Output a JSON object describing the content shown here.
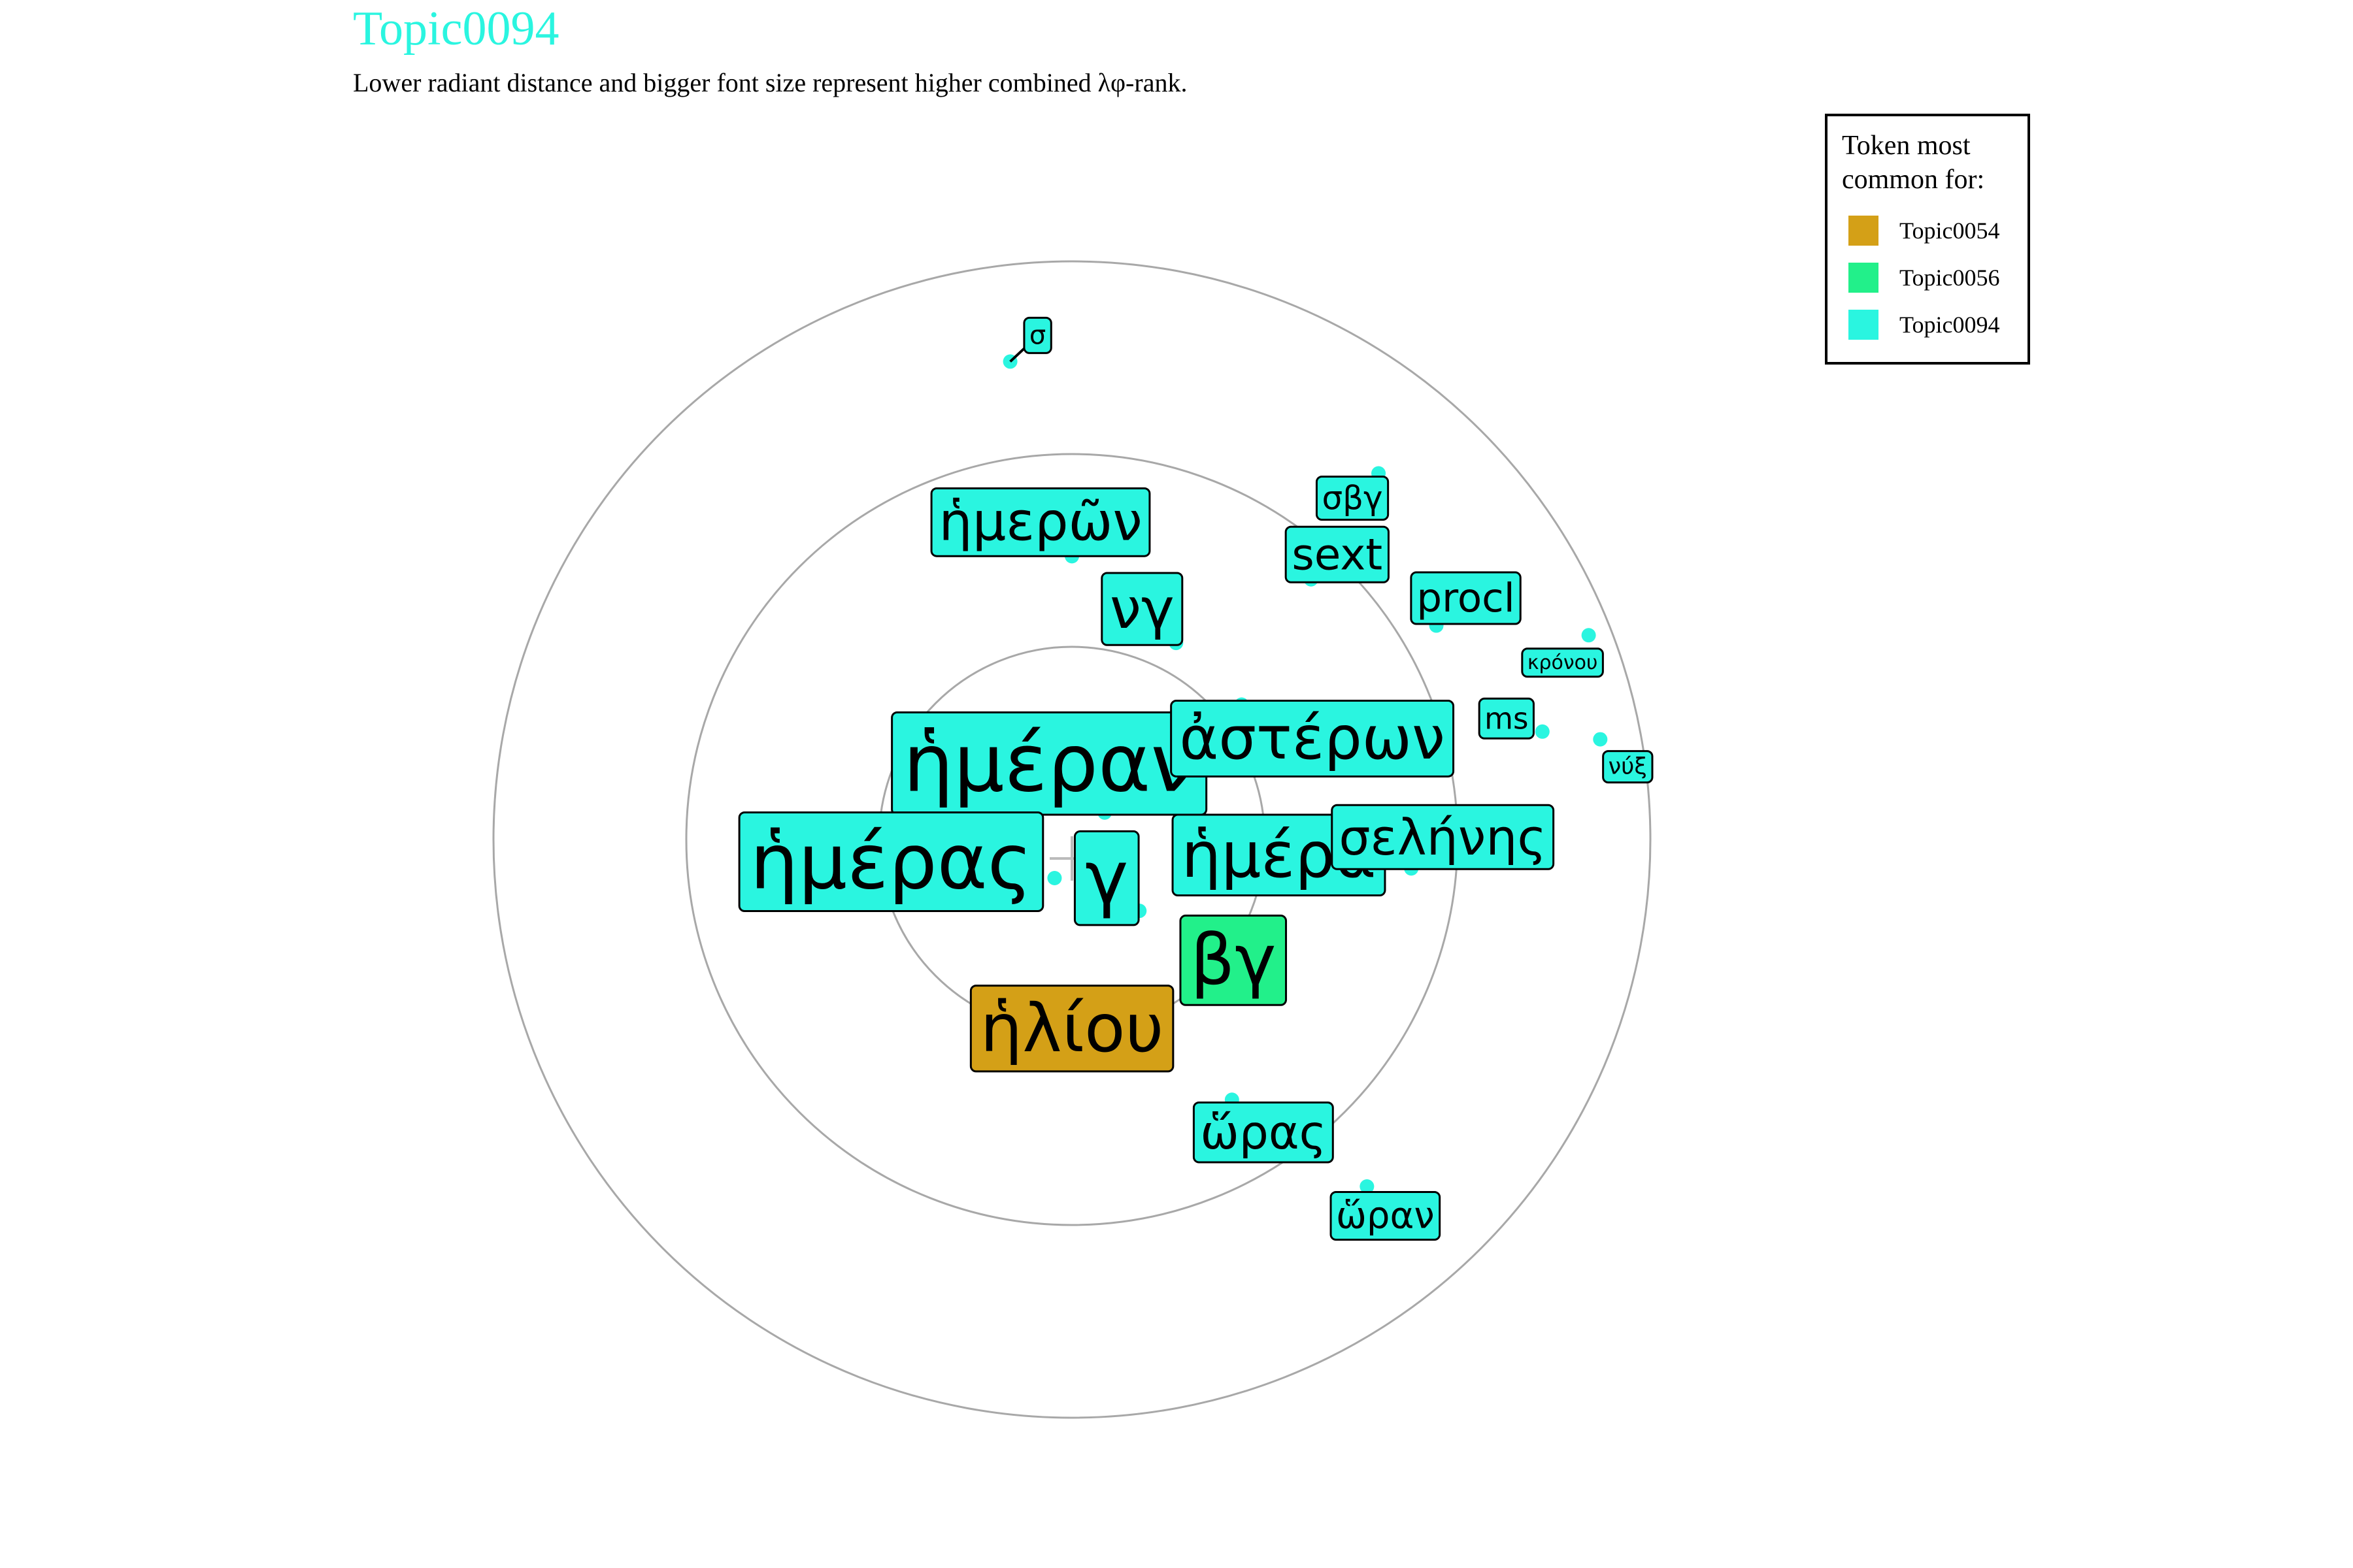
{
  "chart_data": {
    "type": "scatter",
    "coordinate_system": "polar-radial",
    "title": "Topic0094",
    "subtitle": "Lower radiant distance and bigger font size represent higher combined λφ-rank.",
    "legend": {
      "title_lines": [
        "Token most",
        "common for:"
      ],
      "placement": "top-right",
      "entries": [
        {
          "name": "Topic0054",
          "color": "#D4A017"
        },
        {
          "name": "Topic0056",
          "color": "#22F08A"
        },
        {
          "name": "Topic0094",
          "color": "#2AF5E0"
        }
      ]
    },
    "rings": [
      1,
      2,
      3
    ],
    "points": [
      {
        "token": "ἡμέραν",
        "x": 0.17,
        "y": 0.14,
        "rank": 1,
        "topic": "Topic0094"
      },
      {
        "token": "ἡμέρας",
        "x": -0.09,
        "y": -0.2,
        "rank": 2,
        "topic": "Topic0094"
      },
      {
        "token": "γ",
        "x": 0.35,
        "y": -0.37,
        "rank": 3,
        "topic": "Topic0094"
      },
      {
        "token": "βγ",
        "x": 0.65,
        "y": -0.43,
        "rank": 4,
        "topic": "Topic0056"
      },
      {
        "token": "ἡλίου",
        "x": 0.18,
        "y": -1.15,
        "rank": 5,
        "topic": "Topic0054"
      },
      {
        "token": "ἡμέρα",
        "x": 1.1,
        "y": -0.25,
        "rank": 6,
        "topic": "Topic0094"
      },
      {
        "token": "ἀστέρων",
        "x": 0.88,
        "y": 0.7,
        "rank": 7,
        "topic": "Topic0094"
      },
      {
        "token": "νγ",
        "x": 0.54,
        "y": 1.02,
        "rank": 8,
        "topic": "Topic0094"
      },
      {
        "token": "ἡμερῶν",
        "x": 0.0,
        "y": 1.47,
        "rank": 9,
        "topic": "Topic0094"
      },
      {
        "token": "σελήνης",
        "x": 1.76,
        "y": -0.15,
        "rank": 10,
        "topic": "Topic0094"
      },
      {
        "token": "ὥρας",
        "x": 0.83,
        "y": -1.35,
        "rank": 11,
        "topic": "Topic0094"
      },
      {
        "token": "sext",
        "x": 1.24,
        "y": 1.35,
        "rank": 12,
        "topic": "Topic0094"
      },
      {
        "token": "procl",
        "x": 1.89,
        "y": 1.11,
        "rank": 13,
        "topic": "Topic0094"
      },
      {
        "token": "ὥραν",
        "x": 1.53,
        "y": -1.8,
        "rank": 14,
        "topic": "Topic0094"
      },
      {
        "token": "σβγ",
        "x": 1.59,
        "y": 1.9,
        "rank": 15,
        "topic": "Topic0094"
      },
      {
        "token": "ms",
        "x": 2.44,
        "y": 0.56,
        "rank": 16,
        "topic": "Topic0094"
      },
      {
        "token": "σ",
        "x": -0.32,
        "y": 2.48,
        "rank": 17,
        "topic": "Topic0094"
      },
      {
        "token": "νύξ",
        "x": 2.74,
        "y": 0.52,
        "rank": 18,
        "topic": "Topic0094"
      },
      {
        "token": "κρόνου",
        "x": 2.68,
        "y": 1.06,
        "rank": 19,
        "topic": "Topic0094"
      }
    ]
  }
}
